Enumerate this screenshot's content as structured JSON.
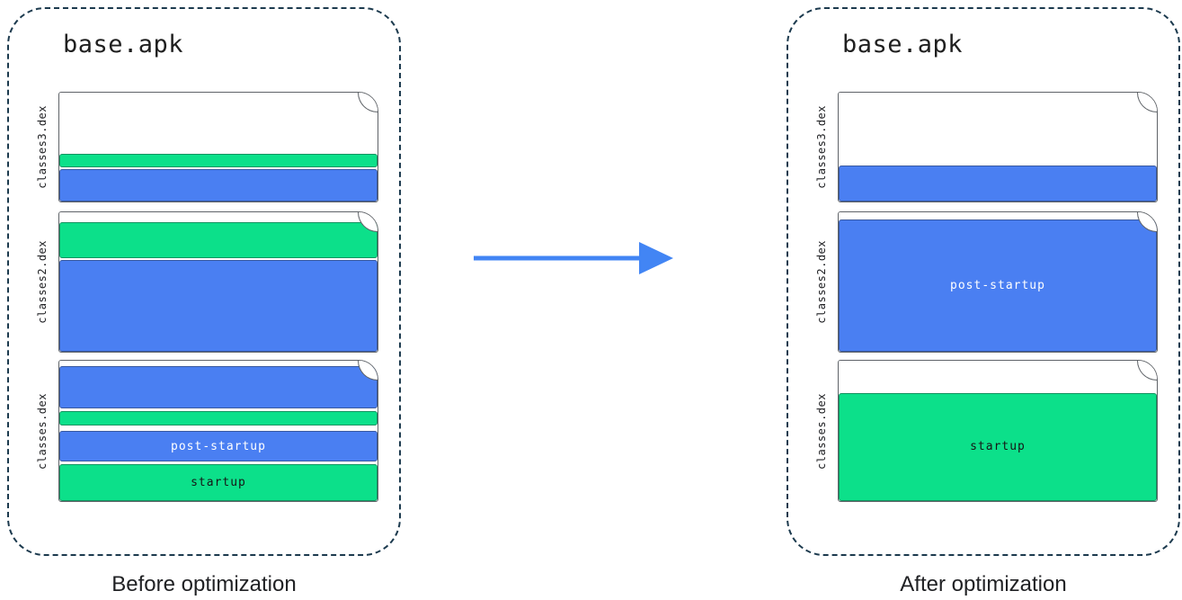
{
  "colors": {
    "blue": "#4a7ff2",
    "green": "#0ce08a",
    "panel-border": "#1c3a4e",
    "arrow": "#4285f4",
    "file-border": "#5f6368"
  },
  "before": {
    "title": "base.apk",
    "caption": "Before optimization",
    "files": [
      {
        "name": "classes3.dex",
        "segments": [
          {
            "color": "white",
            "h": 56
          },
          {
            "color": "green",
            "h": 13
          },
          {
            "color": "white",
            "h": 1
          },
          {
            "color": "blue",
            "h": 30
          }
        ]
      },
      {
        "name": "classes2.dex",
        "segments": [
          {
            "color": "white",
            "h": 7
          },
          {
            "color": "green",
            "h": 26
          },
          {
            "color": "white",
            "h": 1
          },
          {
            "color": "blue",
            "h": 66
          }
        ]
      },
      {
        "name": "classes.dex",
        "segments": [
          {
            "color": "white",
            "h": 4
          },
          {
            "color": "blue",
            "h": 30
          },
          {
            "color": "white",
            "h": 2
          },
          {
            "color": "green",
            "h": 10
          },
          {
            "color": "white",
            "h": 4
          },
          {
            "color": "blue",
            "h": 22,
            "label": "post-startup",
            "text": "light"
          },
          {
            "color": "white",
            "h": 2
          },
          {
            "color": "green",
            "h": 26,
            "label": "startup",
            "text": "dark"
          }
        ]
      }
    ]
  },
  "after": {
    "title": "base.apk",
    "caption": "After optimization",
    "files": [
      {
        "name": "classes3.dex",
        "segments": [
          {
            "color": "white",
            "h": 67
          },
          {
            "color": "blue",
            "h": 33
          }
        ]
      },
      {
        "name": "classes2.dex",
        "segments": [
          {
            "color": "white",
            "h": 5
          },
          {
            "color": "blue",
            "h": 95,
            "label": "post-startup",
            "text": "light"
          }
        ]
      },
      {
        "name": "classes.dex",
        "segments": [
          {
            "color": "white",
            "h": 23
          },
          {
            "color": "green",
            "h": 77,
            "label": "startup",
            "text": "dark"
          }
        ]
      }
    ]
  },
  "arrow": {
    "direction": "right"
  }
}
